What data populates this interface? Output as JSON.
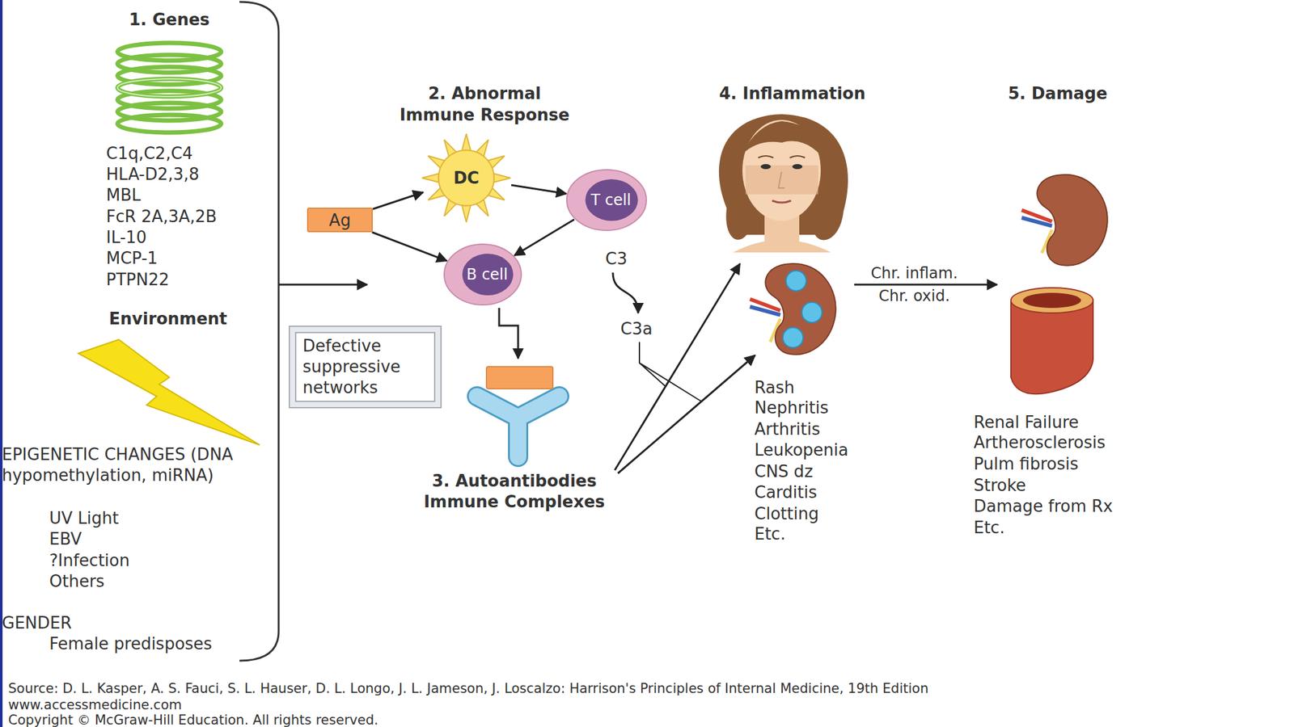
{
  "diagram": {
    "nodes": [
      {
        "text": [
          "Ag"
        ]
      },
      {
        "text": [
          "DC"
        ]
      },
      {
        "text": [
          "T cell"
        ]
      },
      {
        "text": [
          "B cell"
        ]
      },
      {
        "text": [
          "Defective suppressive networks"
        ]
      }
    ],
    "edges": [
      {
        "from": 0,
        "to": 1,
        "arrow": "to"
      },
      {
        "from": 0,
        "to": 3,
        "arrow": "to"
      },
      {
        "from": 1,
        "to": 2,
        "arrow": "to"
      },
      {
        "from": 2,
        "to": 3,
        "arrow": "to"
      }
    ],
    "labels": [
      "1. Genes",
      "C1q,C2,C4",
      "HLA-D2,3,8",
      "MBL",
      "FcR 2A,3A,2B",
      "IL-10",
      "MCP-1",
      "PTPN22",
      "Environment",
      "EPIGENETIC CHANGES (DNA hypomethylation, miRNA)",
      "UV Light",
      "EBV",
      "?Infection",
      "Others",
      "GENDER",
      "Female predisposes",
      "2. Abnormal Immune Response",
      "C3",
      "C3a",
      "3. Autoantibodies Immune Complexes",
      "4. Inflammation",
      "Rash",
      "Nephritis",
      "Arthritis",
      "Leukopenia",
      "CNS dz",
      "Carditis",
      "Clotting",
      "Etc.",
      "Chr. inflam.",
      "Chr. oxid.",
      "5. Damage",
      "Renal Failure",
      "Artherosclerosis",
      "Pulm fibrosis",
      "Stroke",
      "Damage from Rx",
      "Etc.",
      "Source: D. L. Kasper, A. S. Fauci, S. L. Hauser, D. L. Longo, J. L. Jameson, J. Loscalzo: Harrison's Principles of Internal Medicine, 19th Edition",
      "www.accessmedicine.com",
      "Copyright © McGraw-Hill Education. All rights reserved."
    ]
  }
}
